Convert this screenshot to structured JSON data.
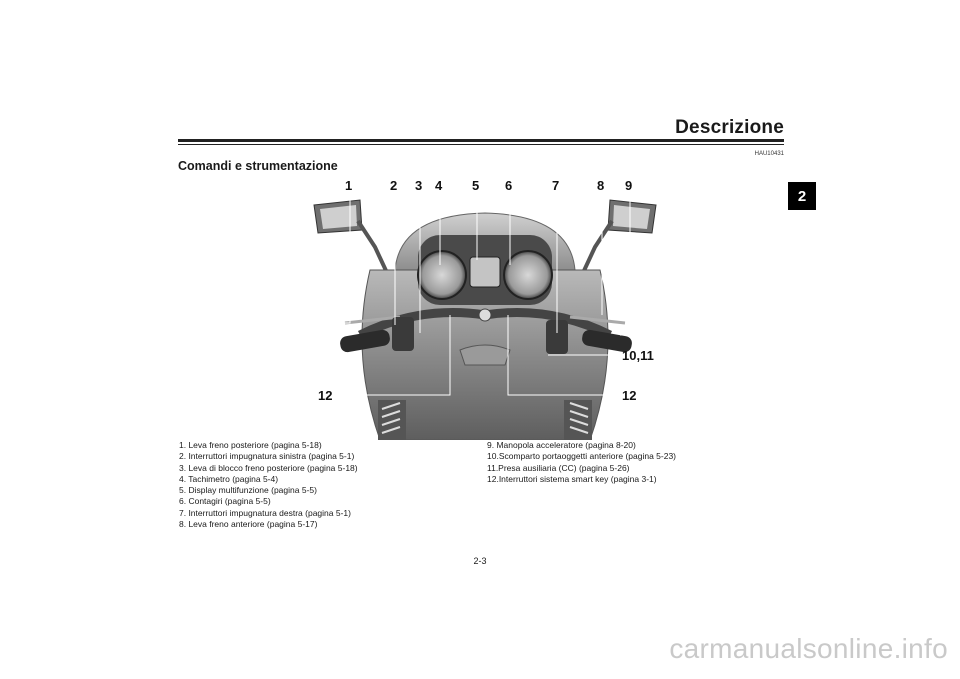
{
  "header": {
    "title": "Descrizione",
    "chapter_tab": "2",
    "code": "HAU10431"
  },
  "section": {
    "title": "Comandi e strumentazione"
  },
  "figure": {
    "callouts_top": [
      "1",
      "2",
      "3",
      "4",
      "5",
      "6",
      "7",
      "8",
      "9"
    ],
    "callout_right": "10,11",
    "callout_bottom_left": "12",
    "callout_bottom_right": "12"
  },
  "legend": {
    "left": [
      "1.  Leva freno posteriore (pagina 5-18)",
      "2.  Interruttori impugnatura sinistra (pagina 5-1)",
      "3.  Leva di blocco freno posteriore (pagina 5-18)",
      "4.  Tachimetro (pagina 5-4)",
      "5.  Display multifunzione (pagina 5-5)",
      "6.  Contagiri (pagina 5-5)",
      "7.  Interruttori impugnatura destra (pagina 5-1)",
      "8.  Leva freno anteriore (pagina 5-17)"
    ],
    "right": [
      "9.  Manopola acceleratore (pagina 8-20)",
      "10.Scomparto portaoggetti anteriore (pagina 5-23)",
      "11.Presa ausiliaria (CC) (pagina 5-26)",
      "12.Interruttori sistema smart key (pagina 3-1)"
    ]
  },
  "footer": {
    "page_number": "2-3",
    "watermark": "carmanualsonline.info"
  }
}
